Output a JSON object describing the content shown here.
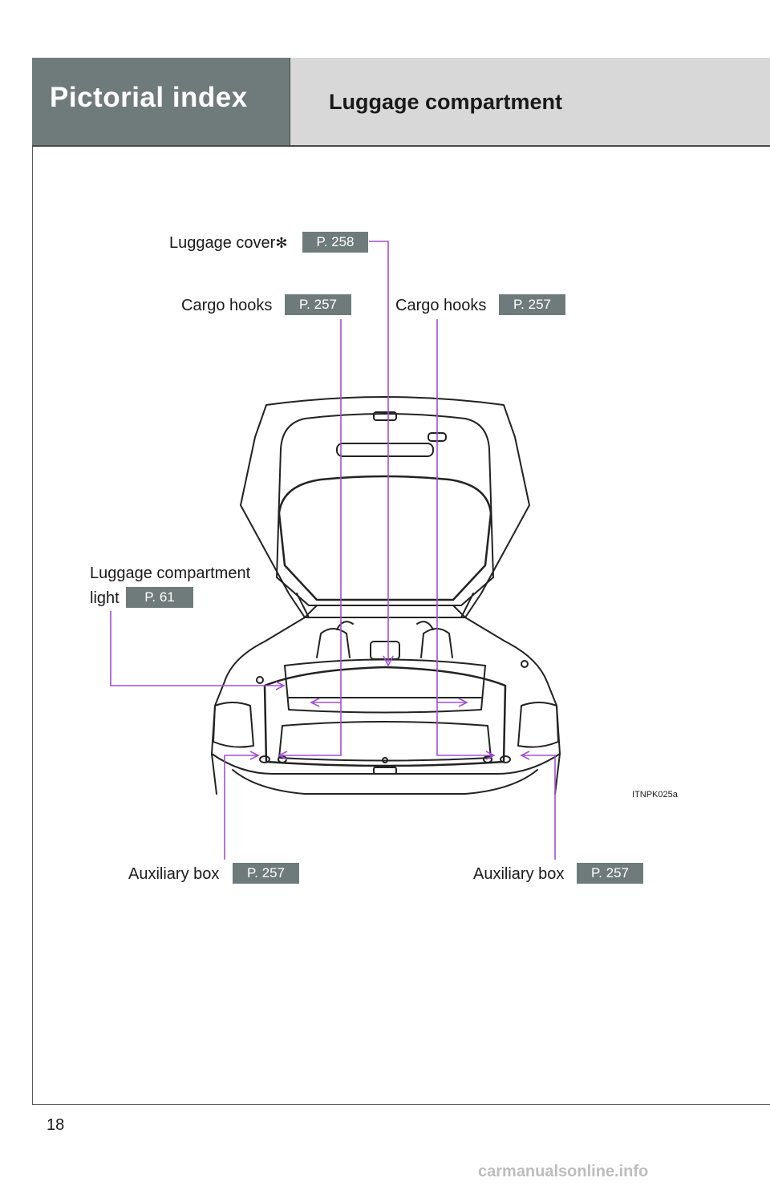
{
  "header": {
    "section": "Pictorial index",
    "title": "Luggage compartment"
  },
  "callouts": [
    {
      "id": "luggage-cover",
      "label": "Luggage cover",
      "mark": "✻",
      "page": "P. 258"
    },
    {
      "id": "cargo-hooks-left",
      "label": "Cargo hooks",
      "page": "P. 257"
    },
    {
      "id": "cargo-hooks-right",
      "label": "Cargo hooks",
      "page": "P. 257"
    },
    {
      "id": "compartment-light",
      "label_line1": "Luggage compartment",
      "label_line2": "light",
      "page": "P. 61"
    },
    {
      "id": "aux-box-left",
      "label": "Auxiliary box",
      "page": "P. 257"
    },
    {
      "id": "aux-box-right",
      "label": "Auxiliary box",
      "page": "P. 257"
    }
  ],
  "figure_id": "ITNPK025a",
  "page_number": "18",
  "watermark": "carmanualsonline.info",
  "colors": {
    "header_dark": "#6f7b7b",
    "header_light": "#d8d8d8",
    "leader_line": "#a24fd6",
    "badge": "#6f7b7b"
  }
}
